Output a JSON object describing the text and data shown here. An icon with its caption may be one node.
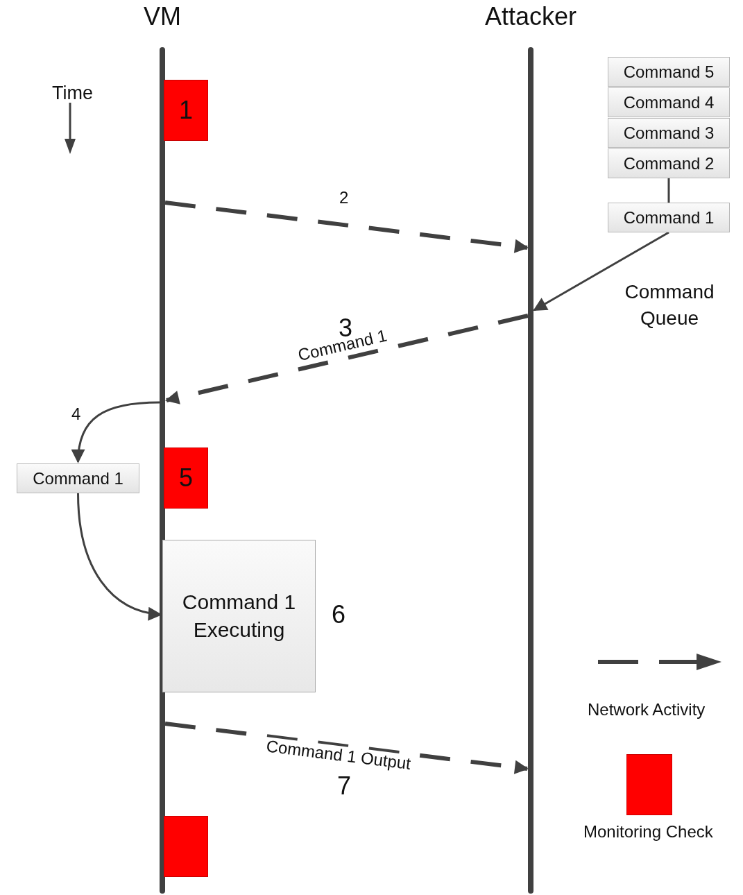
{
  "diagram": {
    "nodes": [
      {
        "text": [
          "VM"
        ]
      },
      {
        "text": [
          "Attacker"
        ]
      },
      {
        "text": [
          "1"
        ]
      },
      {
        "text": [
          "Command 5"
        ]
      },
      {
        "text": [
          "Command 4"
        ]
      },
      {
        "text": [
          "Command 3"
        ]
      },
      {
        "text": [
          "Command 2"
        ]
      },
      {
        "text": [
          "Command 1"
        ]
      },
      {
        "text": [
          "Command 1"
        ]
      },
      {
        "text": [
          "5"
        ]
      },
      {
        "text": [
          "Command 1 Executing"
        ],
        "beside": [
          "6"
        ]
      },
      {
        "text": [],
        "shape": "box"
      }
    ],
    "edges": [
      {
        "from": 0,
        "to": 1,
        "arrow": "to",
        "style": "dashed",
        "label": "2"
      },
      {
        "from": 6,
        "to": 7,
        "arrow": "none"
      },
      {
        "from": 7,
        "to": 1,
        "arrow": "to"
      },
      {
        "from": 1,
        "to": 0,
        "arrow": "to",
        "style": "dashed",
        "label": "Command 1"
      },
      {
        "from": 0,
        "to": 8,
        "arrow": "to",
        "label": "4"
      },
      {
        "from": 8,
        "to": 10,
        "arrow": "to"
      },
      {
        "from": 0,
        "to": 1,
        "arrow": "to",
        "style": "dashed",
        "label": "Command 1 Output"
      }
    ],
    "labels": [
      "Time",
      "Command Queue",
      "3",
      "7"
    ],
    "legend": [
      {
        "text": "Network Activity"
      },
      {
        "text": "Monitoring Check",
        "color": "#ff0000"
      }
    ]
  }
}
